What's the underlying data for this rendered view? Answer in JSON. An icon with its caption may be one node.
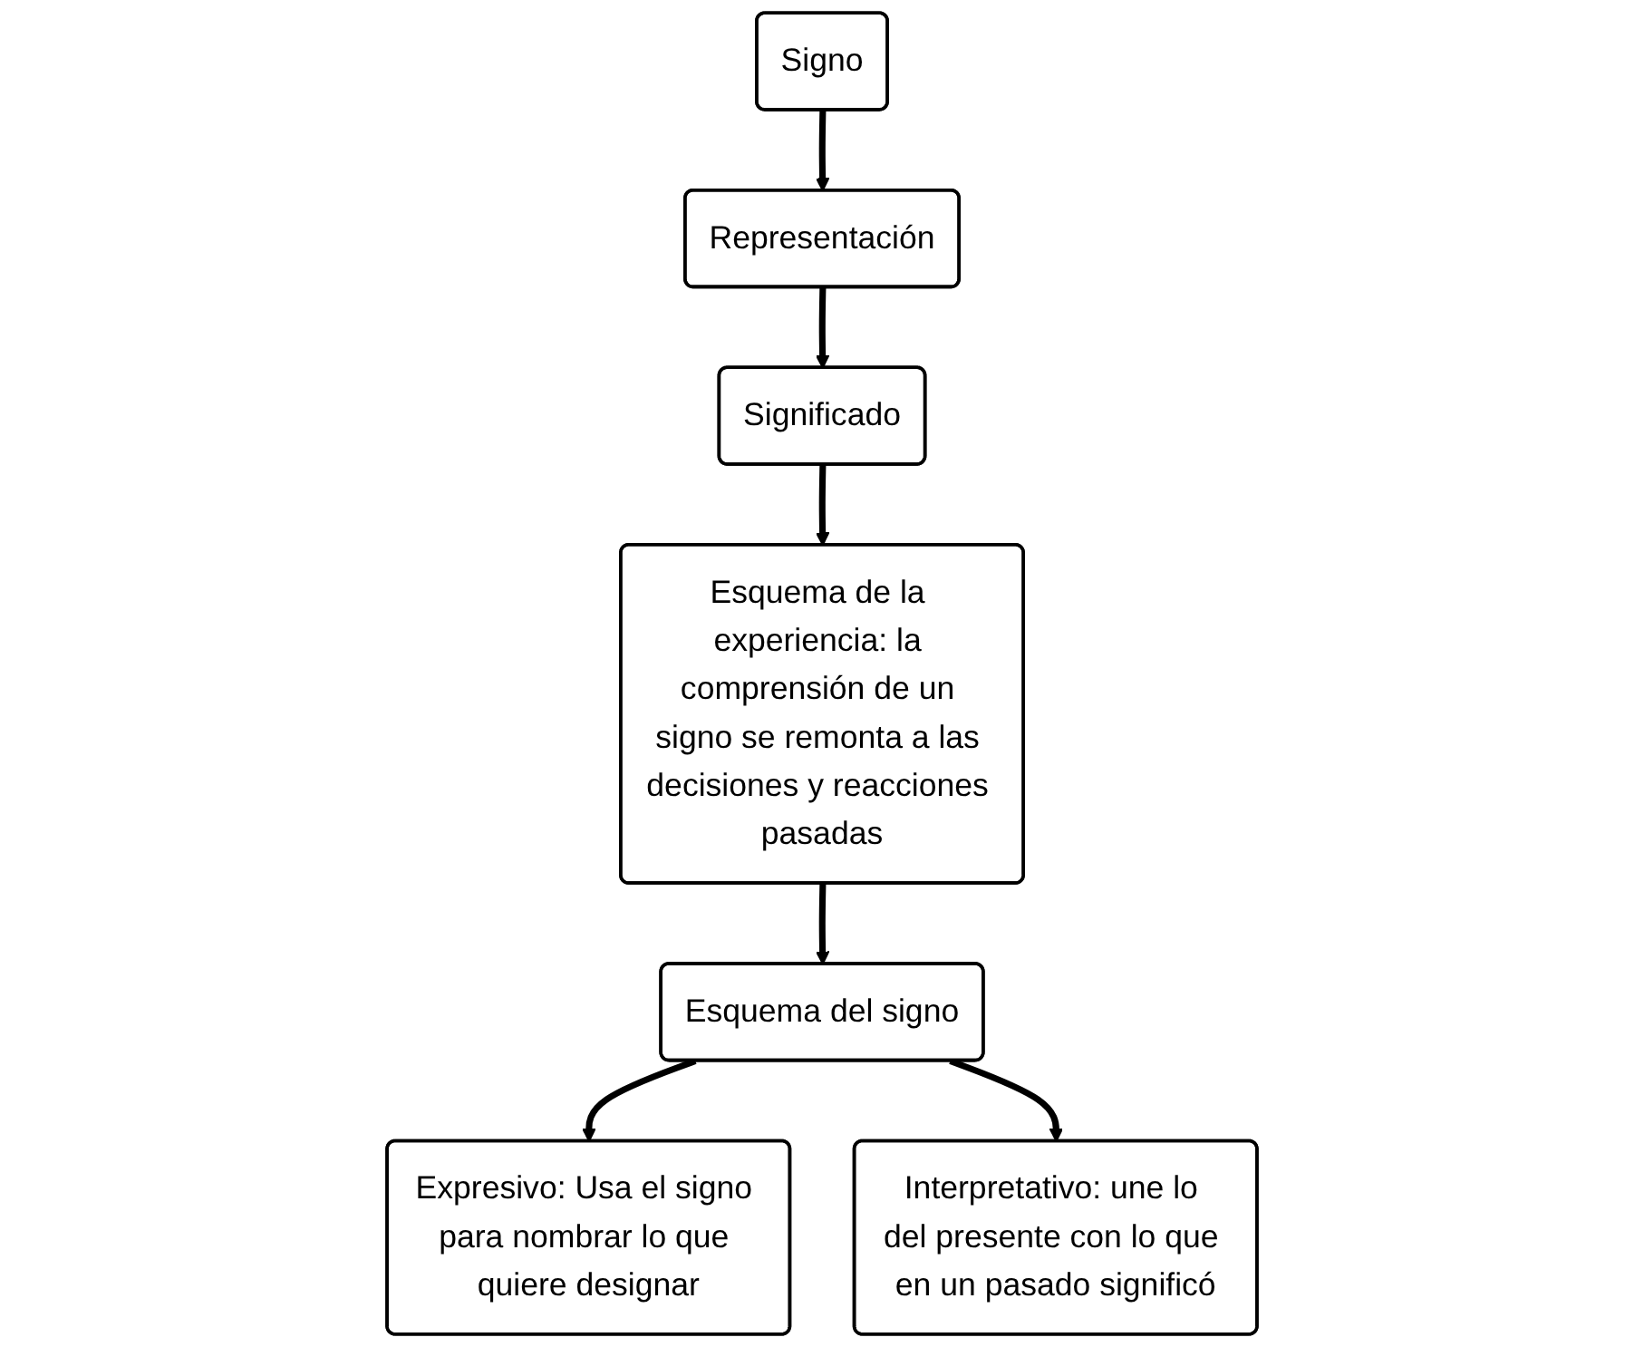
{
  "diagram": {
    "nodes": [
      {
        "text": [
          "Signo"
        ]
      },
      {
        "text": [
          "Representación"
        ]
      },
      {
        "text": [
          "Significado"
        ]
      },
      {
        "text": [
          "Esquema de la experiencia: la comprensión de un signo se remonta a las decisiones y reacciones pasadas"
        ]
      },
      {
        "text": [
          "Esquema del signo"
        ]
      },
      {
        "text": [
          "Expresivo: Usa el signo para nombrar lo que quiere designar"
        ]
      },
      {
        "text": [
          "Interpretativo: une lo del presente con lo que en un pasado significó"
        ]
      }
    ],
    "edges": [
      {
        "from": 0,
        "to": 1,
        "arrow": "to"
      },
      {
        "from": 1,
        "to": 2,
        "arrow": "to"
      },
      {
        "from": 2,
        "to": 3,
        "arrow": "to"
      },
      {
        "from": 3,
        "to": 4,
        "arrow": "to"
      },
      {
        "from": 4,
        "to": 5,
        "arrow": "to"
      },
      {
        "from": 4,
        "to": 6,
        "arrow": "to"
      }
    ]
  }
}
